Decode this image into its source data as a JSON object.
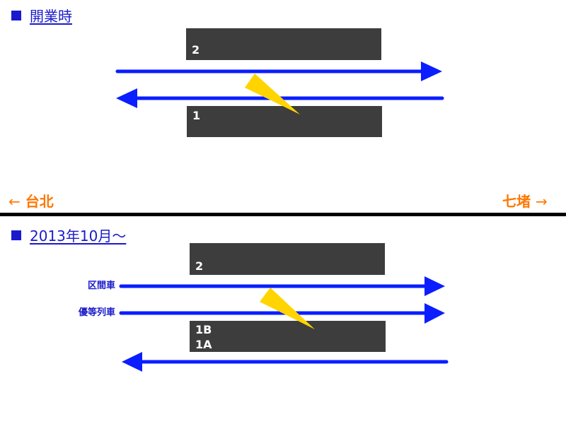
{
  "colors": {
    "heading": "#1a1acc",
    "track": "#0a1eff",
    "platform": "#3d3d3d",
    "direction": "#ff7700",
    "divider": "#000000",
    "switch": "#ffd400"
  },
  "top": {
    "title": "開業時",
    "platform_upper": "2",
    "platform_lower": "1"
  },
  "directions": {
    "left": "台北",
    "left_arrow": "←",
    "right": "七堵",
    "right_arrow": "→"
  },
  "bottom": {
    "title": "2013年10月～",
    "platform_upper": "2",
    "platform_lower_a": "1B",
    "platform_lower_b": "1A",
    "track_label_local": "区間車",
    "track_label_express": "優等列車"
  }
}
